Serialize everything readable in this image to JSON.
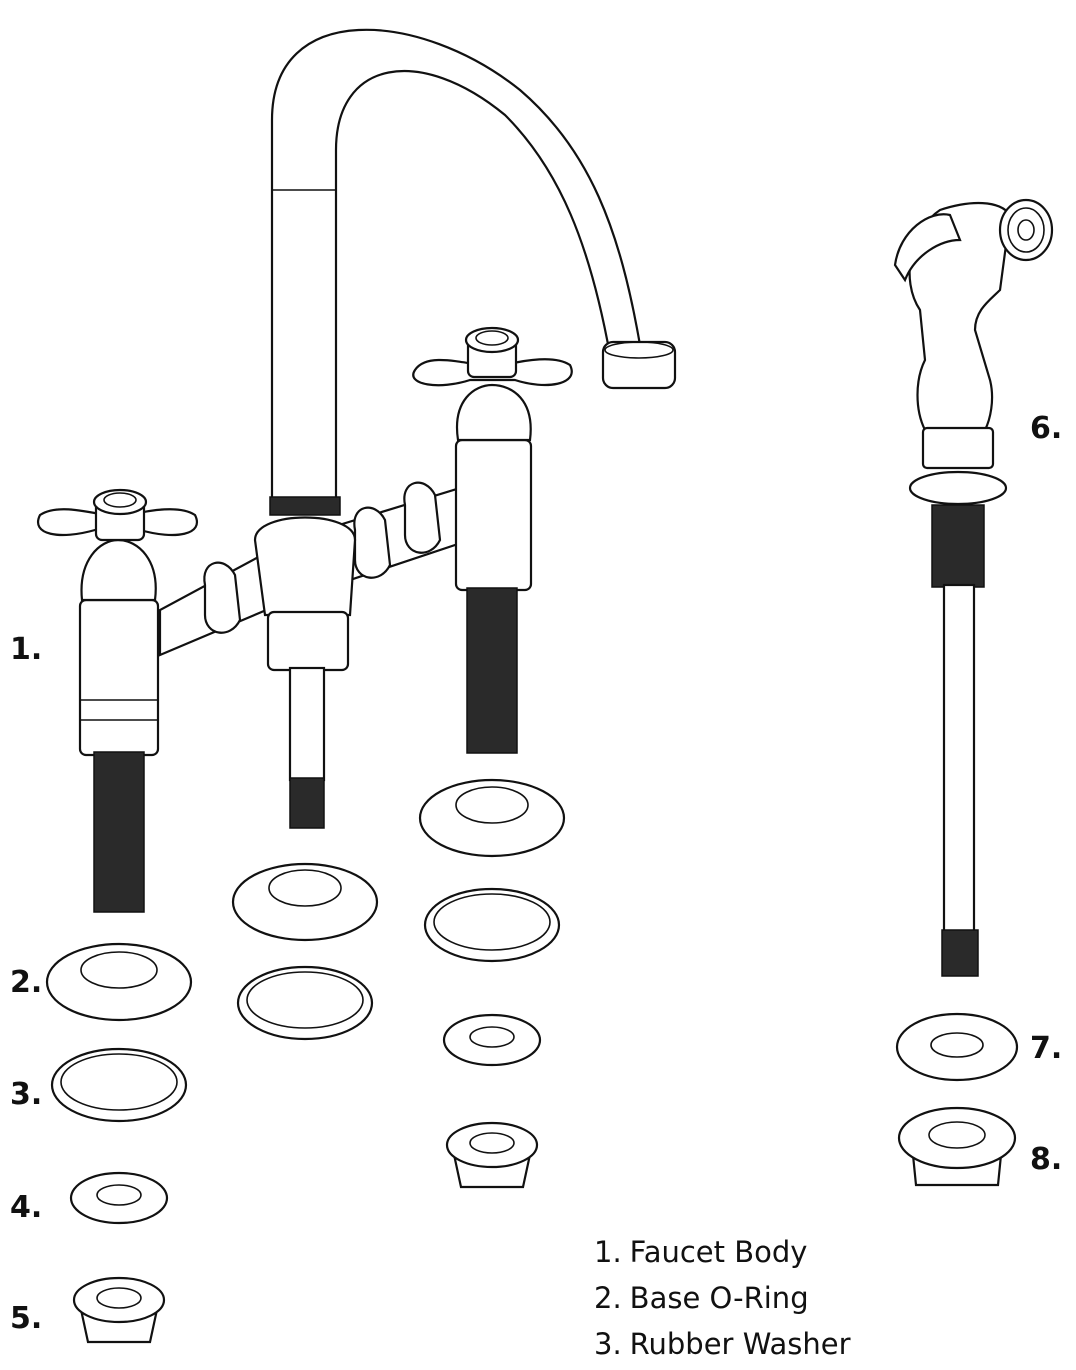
{
  "callouts": [
    "1.",
    "2.",
    "3.",
    "4.",
    "5.",
    "6.",
    "7.",
    "8."
  ],
  "legend": [
    {
      "num": "1.",
      "text": "Faucet Body"
    },
    {
      "num": "2.",
      "text": "Base O-Ring"
    },
    {
      "num": "3.",
      "text": "Rubber Washer"
    }
  ]
}
